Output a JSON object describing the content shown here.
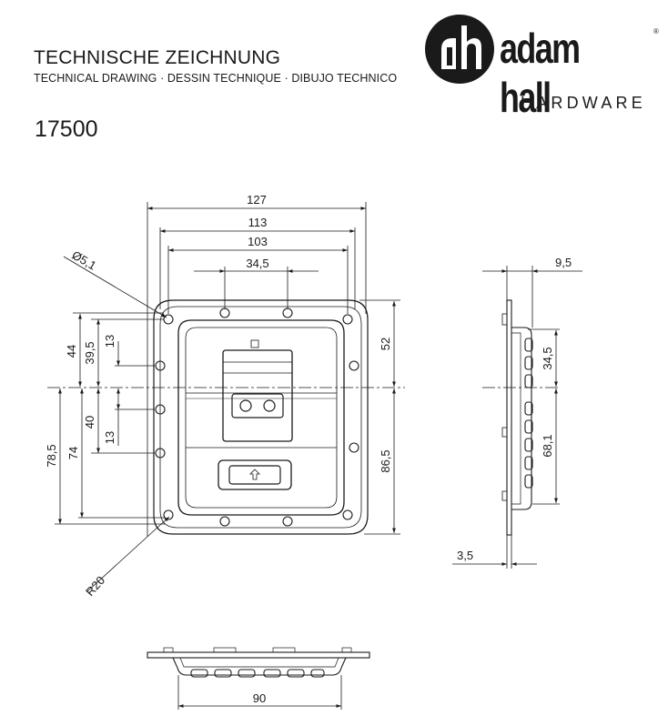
{
  "header": {
    "title": "TECHNISCHE ZEICHNUNG",
    "subtitle": "TECHNICAL DRAWING · DESSIN TECHNIQUE · DIBUJO TECHNICO",
    "part_number": "17500"
  },
  "logo": {
    "wordmark": "adam hall",
    "registered": "®",
    "tagline": "HARDWARE",
    "monogram_icon": "adam-hall-monogram-icon"
  },
  "dimensions": {
    "front_view": {
      "overall_width": "127",
      "width_113": "113",
      "width_103": "103",
      "hole_spacing_top": "34,5",
      "hole_diameter": "Ø5,1",
      "top_44": "44",
      "top_39_5": "39,5",
      "top_13": "13",
      "bottom_40": "40",
      "bottom_13": "13",
      "left_78_5": "78,5",
      "left_74": "74",
      "right_52": "52",
      "right_86_5": "86,5",
      "corner_radius": "R20"
    },
    "side_view": {
      "flange_9_5": "9,5",
      "upper_34_5": "34,5",
      "lower_68_1": "68,1",
      "thickness_3_5": "3,5"
    },
    "bottom_view": {
      "width_90": "90"
    }
  }
}
